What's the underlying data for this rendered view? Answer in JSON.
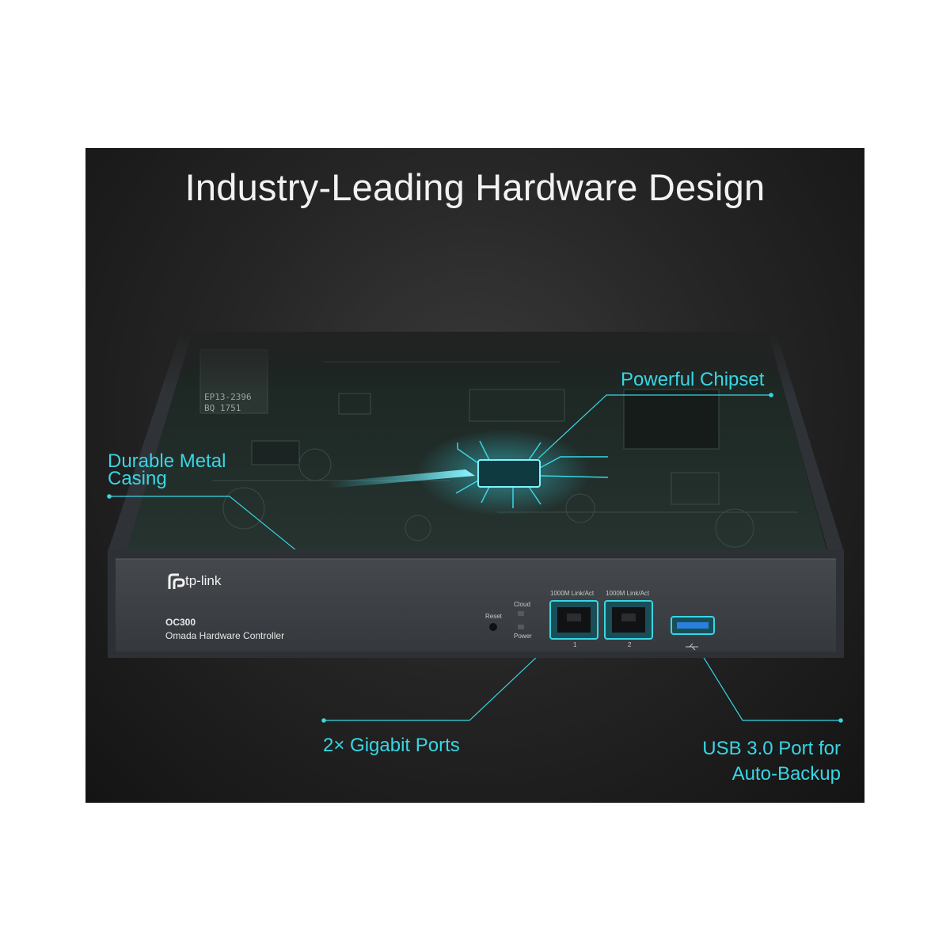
{
  "headline": "Industry-Leading Hardware Design",
  "callouts": {
    "chipset": "Powerful Chipset",
    "casing_line1": "Durable Metal",
    "casing_line2": "Casing",
    "ports": "2× Gigabit Ports",
    "usb_line1": "USB 3.0 Port for",
    "usb_line2": "Auto-Backup"
  },
  "device": {
    "brand": "tp-link",
    "model": "OC300",
    "description": "Omada Hardware Controller",
    "reset_label": "Reset",
    "cloud_label": "Cloud",
    "power_label": "Power",
    "port1_header": "1000M  Link/Act",
    "port2_header": "1000M  Link/Act",
    "port1_number": "1",
    "port2_number": "2"
  },
  "board_labels": {
    "chip_code_line1": "EP13-2396",
    "chip_code_line2": "BQ   1751"
  },
  "colors": {
    "accent": "#38d6e4",
    "background": "#1c1c1c",
    "chassis": "#3b3f44"
  }
}
